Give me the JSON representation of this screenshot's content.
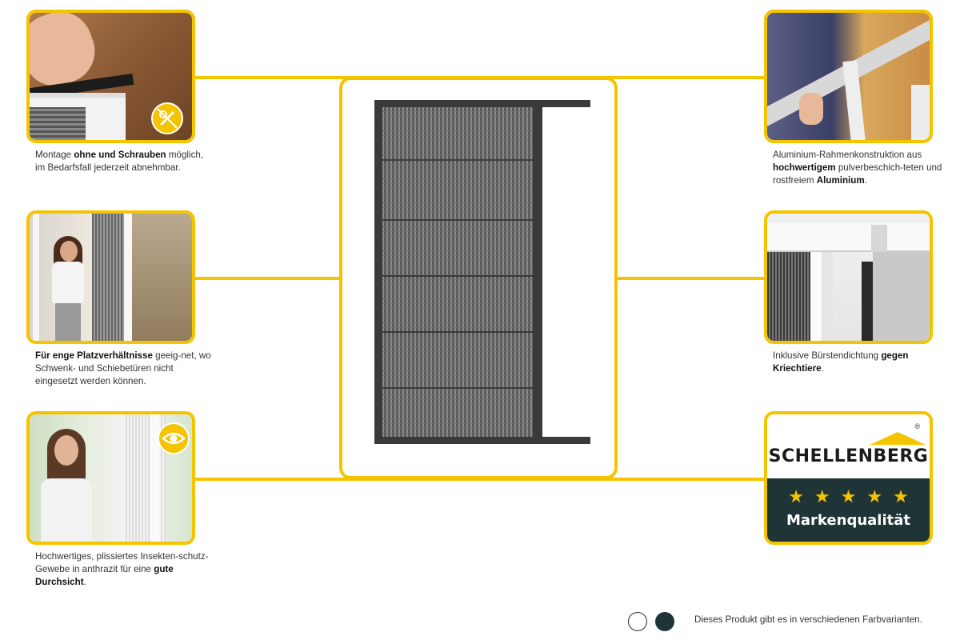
{
  "features": {
    "mounting": {
      "pre": "Montage ",
      "bold1": "ohne und Schrauben",
      "post": " möglich, im Bedarfsfall jederzeit abnehmbar."
    },
    "tight_spaces": {
      "bold1": "Für enge Platzverhältnisse",
      "post": " geeig-net, wo Schwenk- und Schiebetüren nicht eingesetzt werden können."
    },
    "fabric": {
      "pre": "Hochwertiges, plissiertes Insekten-schutz-Gewebe in anthrazit für eine ",
      "bold1": "gute Durchsicht",
      "post": "."
    },
    "frame": {
      "pre": "Aluminium-Rahmenkonstruktion aus ",
      "bold1": "hochwertigem",
      "mid": " pulverbeschich-teten und rostfreiem ",
      "bold2": "Aluminium",
      "post": "."
    },
    "brush_seal": {
      "pre": "Inklusive Bürstendichtung ",
      "bold1": "gegen Kriechtiere",
      "post": "."
    }
  },
  "brand": {
    "name": "SCHELLENBERG",
    "registered": "®",
    "stars": "★★★★★",
    "tagline": "Markenqualität"
  },
  "variants": {
    "note": "Dieses Produkt gibt es in verschiedenen Farbvarianten.",
    "colors": [
      "#ffffff",
      "#1f3437"
    ]
  },
  "icons": {
    "mounting_badge": "no-screws-icon",
    "fabric_badge": "eye-icon"
  },
  "colors": {
    "accent": "#f5c400",
    "frame": "#3a3a3a",
    "brand_dark": "#1f3437"
  }
}
